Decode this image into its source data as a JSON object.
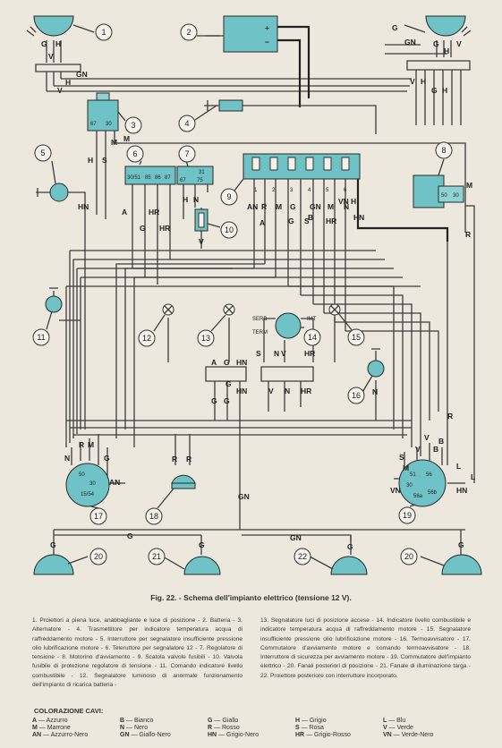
{
  "figure": {
    "caption": "Fig. 22. - Schema dell'impianto elettrico (tensione 12 V)."
  },
  "components": [
    "1",
    "2",
    "3",
    "4",
    "5",
    "6",
    "7",
    "8",
    "9",
    "10",
    "11",
    "12",
    "13",
    "14",
    "15",
    "16",
    "17",
    "18",
    "19",
    "20",
    "21",
    "22",
    "20"
  ],
  "terminals": {
    "alternator": [
      "67",
      "30"
    ],
    "regulator": [
      "30/51",
      "85",
      "86",
      "87"
    ],
    "relay": [
      "31",
      "67",
      "75"
    ],
    "starter": [
      "50",
      "30"
    ],
    "ignition_switch": [
      "15/54",
      "50",
      "30"
    ],
    "light_switch": [
      "51",
      "56",
      "30",
      "56a",
      "56b"
    ],
    "fuse_box": [
      "1",
      "2",
      "3",
      "4",
      "5",
      "6"
    ]
  },
  "instrument_labels": {
    "serb": "SERB",
    "term": "TERM",
    "imt": "IMT"
  },
  "wire_labels": [
    "G",
    "H",
    "V",
    "GN",
    "V",
    "H",
    "G",
    "GN",
    "H",
    "G",
    "V",
    "V",
    "H",
    "G",
    "H",
    "M",
    "H",
    "S",
    "HN",
    "A",
    "G",
    "HR",
    "HR",
    "H",
    "N",
    "V",
    "AN",
    "R",
    "A",
    "M",
    "G",
    "GN",
    "M",
    "N",
    "HN",
    "VN",
    "HR",
    "S",
    "G",
    "B",
    "B",
    "H",
    "V",
    "N",
    "N",
    "G",
    "G",
    "R",
    "G",
    "M",
    "R",
    "M",
    "G",
    "AN",
    "N",
    "R",
    "HN",
    "A",
    "HN",
    "G",
    "S",
    "V",
    "HR",
    "N",
    "V",
    "HR",
    "R",
    "R",
    "V",
    "B",
    "S",
    "M",
    "L",
    "VN",
    "HN",
    "GN",
    "G",
    "G",
    "GN",
    "G",
    "G",
    "G",
    "M",
    "L"
  ],
  "legend": {
    "left": "1. Proiettori a piena luce, anabbagliante e luce di posizione - 2. Batteria - 3. Alternatore - 4. Trasmettitore per indicatore temperatura acqua di raffreddamento motore - 5. Interruttore per segnalatore insufficiente pressione olio lubrificazione motore - 6. Teleruttore per segnalatore 12 - 7. Regolatore di tensione - 8. Motorino d'avviamento - 9. Scatola valvole fusibili - 10. Valvola fusibile di protezione regolatore di tensione - 11. Comando indicatore livello combustibile - 12. Segnalatore luminoso di anormale funzionamento dell'impianto di ricarica batteria -",
    "right": "13. Segnalatore luci di posizione accese - 14. Indicatore livello combustibile e indicatore temperatura acqua di raffreddamento motore - 15. Segnalatore insufficiente pressione olio lubrificazione motore - 16. Termoavvisatore - 17. Commutatore d'avviamento motore e comando termoavvisatore - 18. Interruttore di sicurezza per avviamento motore - 19. Commutatore dell'impianto elettrico - 20. Fanali posteriori di posizione - 21. Fanale di illuminazione targa - 22. Proiettore posteriore con interruttore incorporato."
  },
  "color_codes": {
    "title": "COLORAZIONE CAVI:",
    "items": [
      {
        "code": "A",
        "name": "Azzurro"
      },
      {
        "code": "B",
        "name": "Bianco"
      },
      {
        "code": "G",
        "name": "Giallo"
      },
      {
        "code": "H",
        "name": "Grigio"
      },
      {
        "code": "L",
        "name": "Blu"
      },
      {
        "code": "M",
        "name": "Marrone"
      },
      {
        "code": "N",
        "name": "Nero"
      },
      {
        "code": "R",
        "name": "Rosso"
      },
      {
        "code": "S",
        "name": "Rosa"
      },
      {
        "code": "V",
        "name": "Verde"
      },
      {
        "code": "AN",
        "name": "Azzurro-Nero"
      },
      {
        "code": "GN",
        "name": "Giallo-Nero"
      },
      {
        "code": "HN",
        "name": "Grigio-Nero"
      },
      {
        "code": "HR",
        "name": "Grigio-Rosso"
      },
      {
        "code": "VN",
        "name": "Verde-Nero"
      }
    ]
  },
  "colors": {
    "component_fill": "#6fc3c6",
    "paper": "#ece8dd",
    "wire": "#3c3c3c"
  }
}
